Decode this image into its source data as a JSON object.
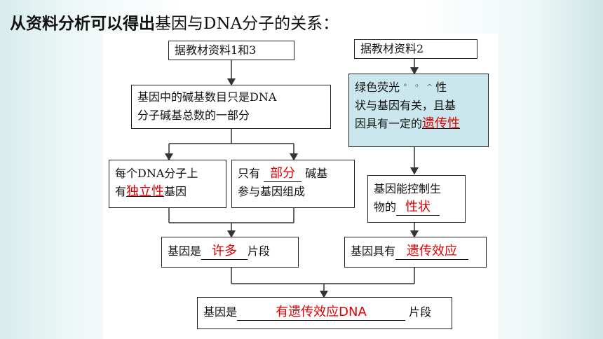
{
  "title": {
    "bold": "从资料分析可以得出",
    "normal": "基因与DNA分子的关系："
  },
  "boxes": {
    "source_left": "据教材资料1和3",
    "source_right": "据教材资料2",
    "fraction_line1": "基因中的碱基数目只是DNA",
    "fraction_line2": "分子碱基总数的一部分",
    "each_dna_line1": "每个DNA分子上",
    "each_dna_line2_pre": "有",
    "each_dna_answer": "独立性",
    "each_dna_line2_post": "基因",
    "only_pre": "只有",
    "only_answer": "部分",
    "only_post": "碱基",
    "only_line2": "参与基因组成",
    "green_line1": "绿色荧光",
    "green_symbols": "° ⁰ ^",
    "green_line1_end": "性",
    "green_line2": "状与基因有关，且基",
    "green_line3_pre": "因具有一定的",
    "green_answer": "遗传性",
    "control_line1": "基因能控制生",
    "control_line2_pre": "物的",
    "control_answer": "性状",
    "many_pre": "基因是",
    "many_answer": "许多",
    "many_post": "片段",
    "effect_pre": "基因具有",
    "effect_answer": "遗传效应",
    "final_pre": "基因是",
    "final_answer": "有遗传效应DNA",
    "final_post": "片段"
  }
}
